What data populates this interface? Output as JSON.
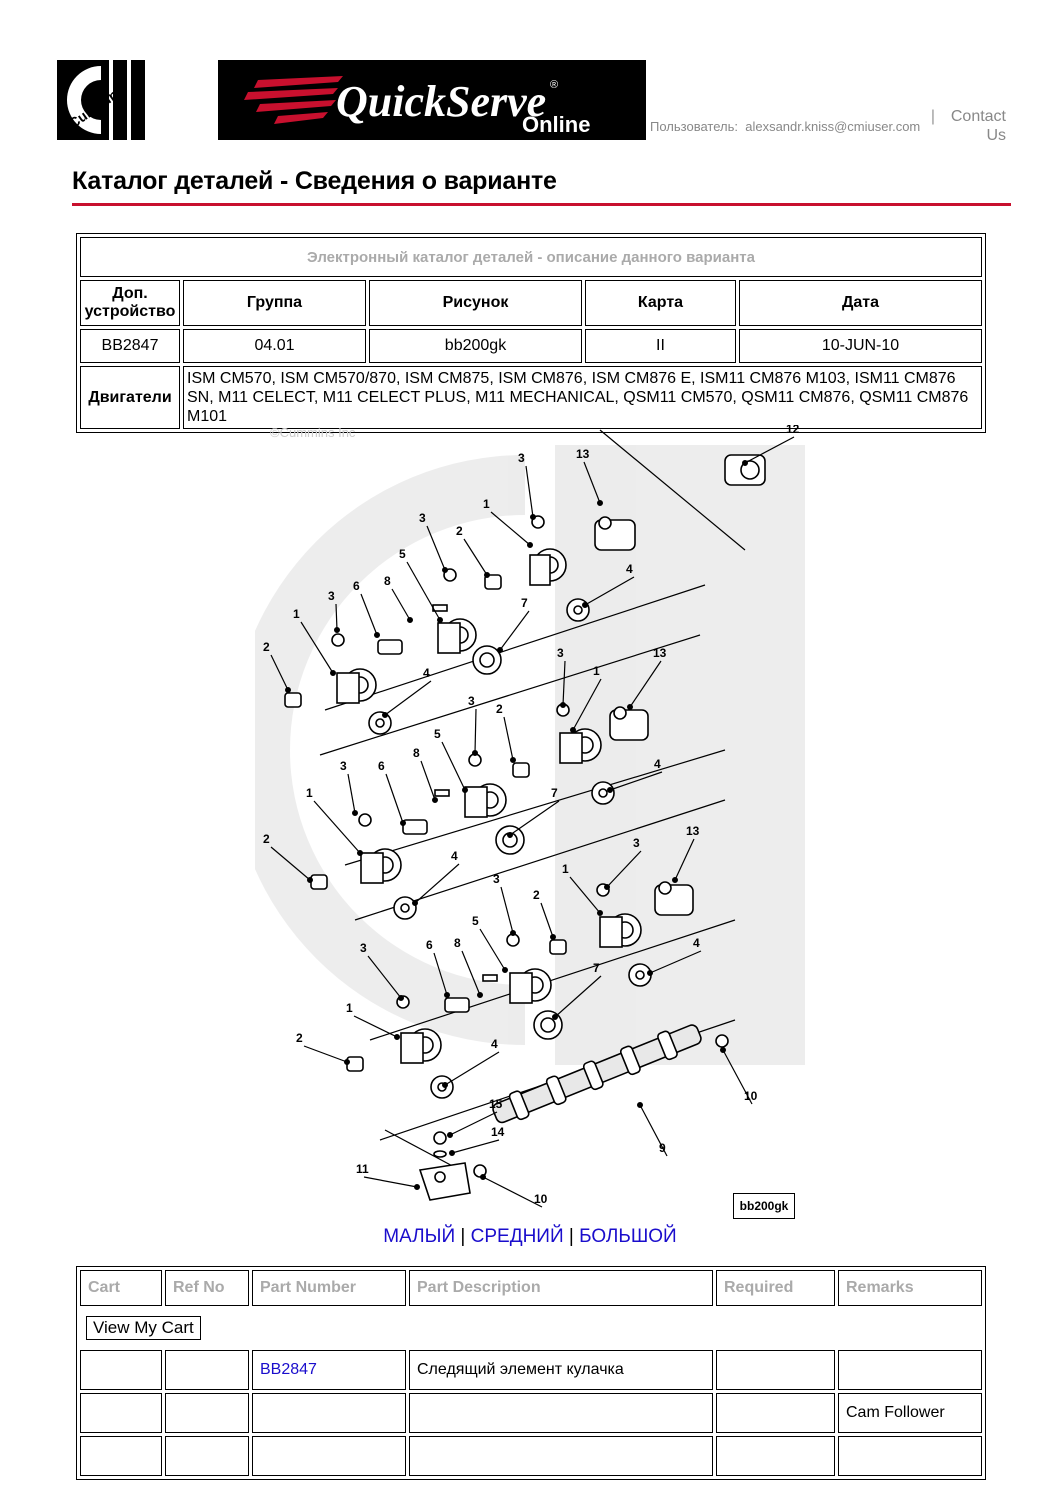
{
  "header": {
    "brand_logo_text": "Cummins",
    "banner_title": "QuickServe",
    "banner_subtitle": "Online",
    "banner_reg": "®",
    "user_label": "Пользователь:",
    "user_email": "alexsandr.kniss@cmiuser.com",
    "separator": "|",
    "contact_line1": "Contact",
    "contact_line2": "Us"
  },
  "page_title": "Каталог деталей - Сведения о варианте",
  "info_table": {
    "caption": "Электронный каталог деталей - описание данного варианта",
    "headers": [
      "Доп. устройство",
      "Группа",
      "Рисунок",
      "Карта",
      "Дата"
    ],
    "values": [
      "BB2847",
      "04.01",
      "bb200gk",
      "II",
      "10-JUN-10"
    ],
    "engines_label": "Двигатели",
    "engines_text": "ISM CM570, ISM CM570/870, ISM CM875, ISM CM876, ISM CM876 E, ISM11 CM876 M103, ISM11 CM876 SN, M11 CELECT, M11 CELECT PLUS, M11 MECHANICAL, QSM11 CM570, QSM11 CM876, QSM11 CM876 M101"
  },
  "diagram": {
    "copyright": "©Cummins Inc",
    "code": "bb200gk",
    "callouts": [
      "1",
      "2",
      "3",
      "4",
      "5",
      "6",
      "7",
      "8",
      "9",
      "10",
      "11",
      "12",
      "13",
      "14",
      "15"
    ]
  },
  "size_links": {
    "small": "МАЛЫЙ",
    "medium": "СРЕДНИЙ",
    "large": "БОЛЬШОЙ",
    "sep": "|"
  },
  "parts_table": {
    "headers": [
      "Cart",
      "Ref No",
      "Part Number",
      "Part Description",
      "Required",
      "Remarks"
    ],
    "view_cart_label": "View My Cart",
    "rows": [
      {
        "cart": "",
        "ref": "",
        "part_number": "BB2847",
        "description": "Следящий элемент кулачка",
        "required": "",
        "remarks": ""
      },
      {
        "cart": "",
        "ref": "",
        "part_number": "",
        "description": "",
        "required": "",
        "remarks": "Cam Follower"
      }
    ]
  },
  "colors": {
    "accent_rule": "#c8102e",
    "link": "#1a0dcc",
    "muted": "#888888"
  }
}
